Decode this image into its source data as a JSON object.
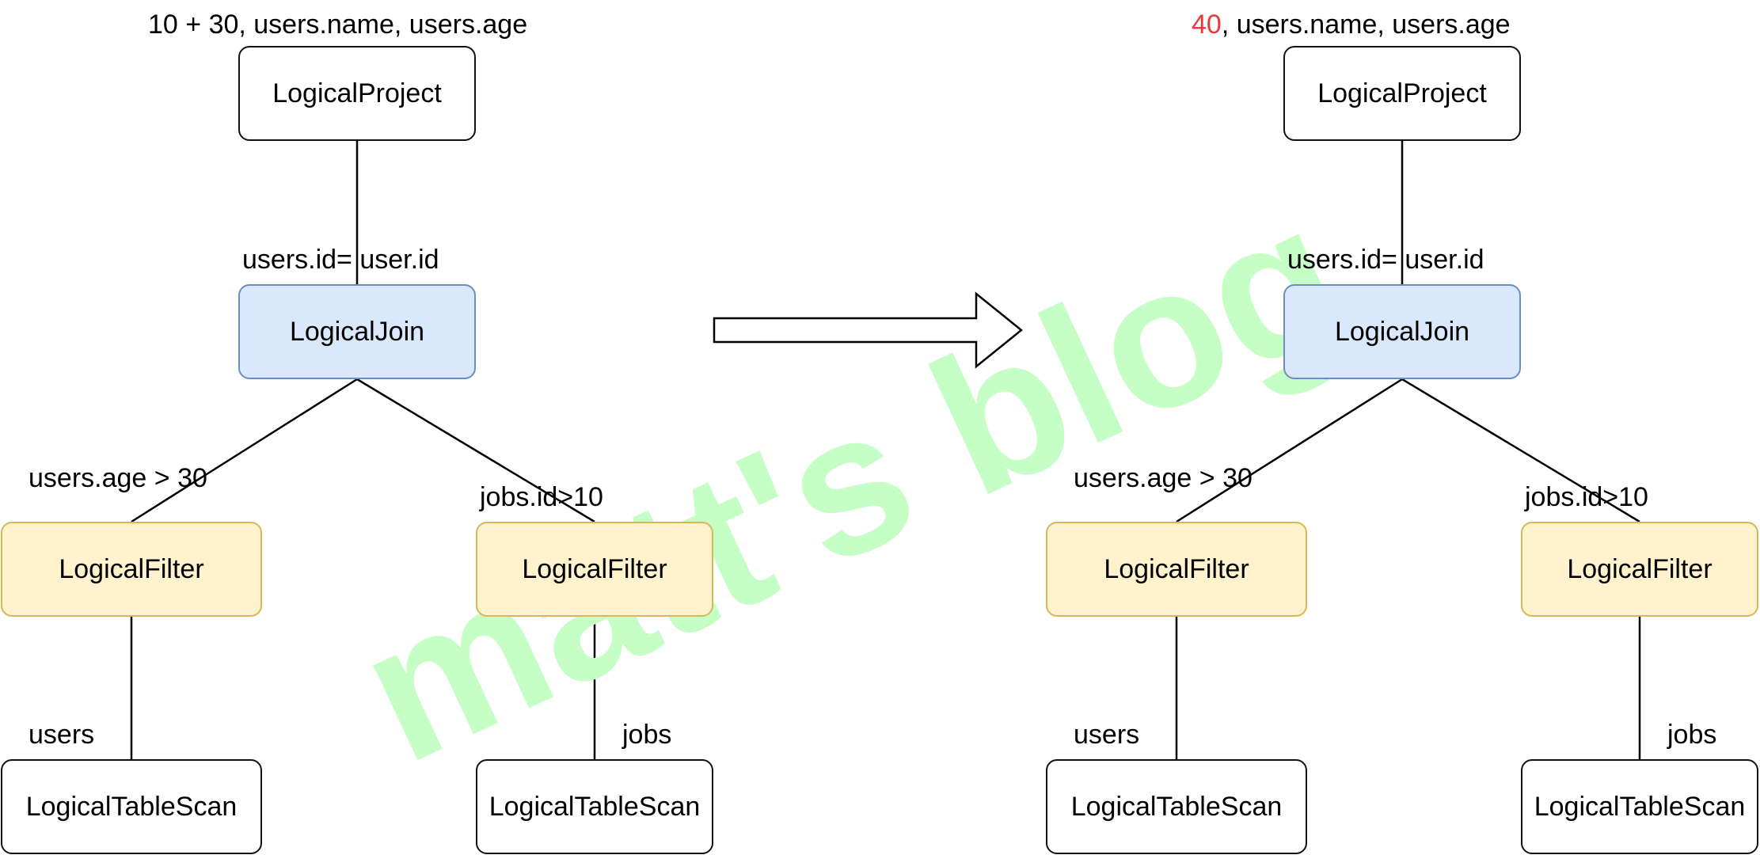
{
  "colors": {
    "highlight": "#e8393a",
    "join_fill": "#dae8fc",
    "join_border": "#6c8ebf",
    "filter_fill": "#fff2cc",
    "filter_border": "#d6b656",
    "watermark": "#c6ffc6"
  },
  "watermark": "matt's blog",
  "left": {
    "project_label": "10 + 30, users.name, users.age",
    "project": "LogicalProject",
    "join_label": "users.id= user.id",
    "join": "LogicalJoin",
    "filter_left_label": "users.age > 30",
    "filter_left": "LogicalFilter",
    "filter_right_label": "jobs.id>10",
    "filter_right": "LogicalFilter",
    "scan_left_label": "users",
    "scan_left": "LogicalTableScan",
    "scan_right_label": "jobs",
    "scan_right": "LogicalTableScan"
  },
  "right": {
    "project_label_value": "40",
    "project_label_rest": ", users.name, users.age",
    "project": "LogicalProject",
    "join_label": "users.id= user.id",
    "join": "LogicalJoin",
    "filter_left_label": "users.age > 30",
    "filter_left": "LogicalFilter",
    "filter_right_label": "jobs.id>10",
    "filter_right": "LogicalFilter",
    "scan_left_label": "users",
    "scan_left": "LogicalTableScan",
    "scan_right_label": "jobs",
    "scan_right": "LogicalTableScan"
  }
}
